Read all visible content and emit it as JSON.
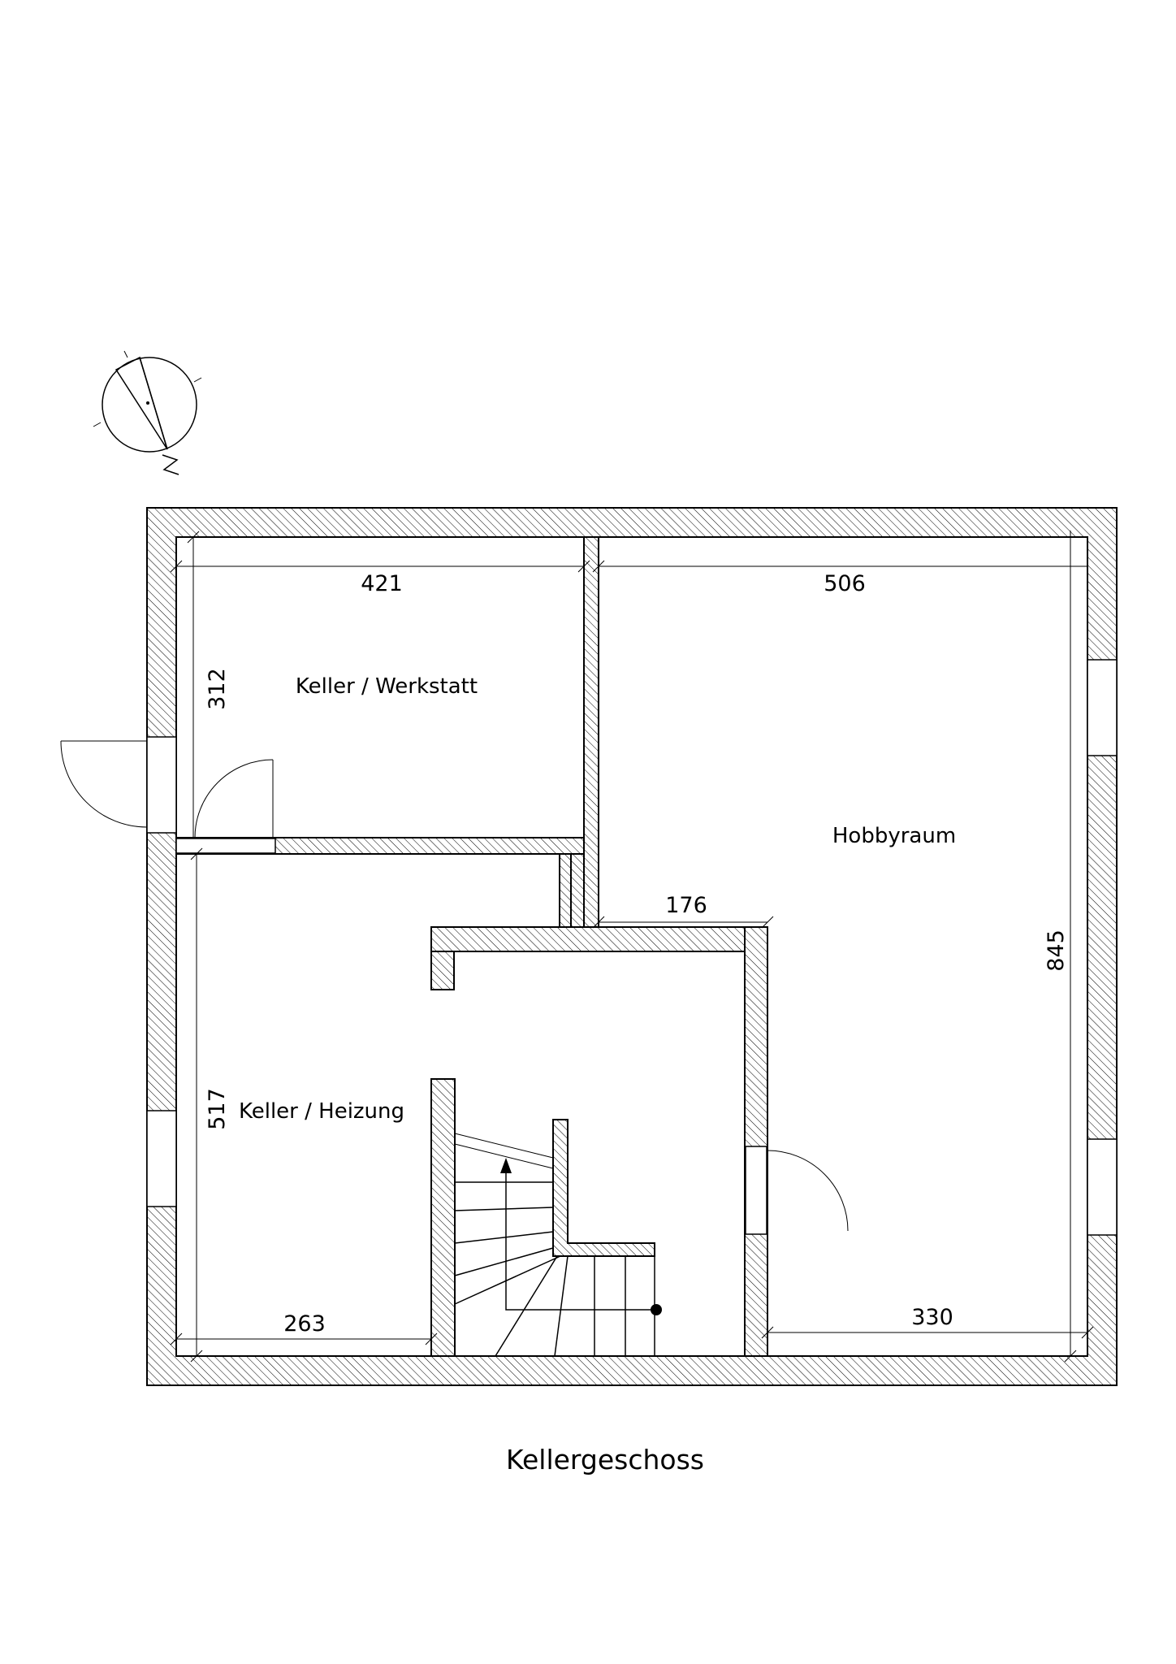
{
  "title": "Kellergeschoss",
  "rooms": {
    "werkstatt": "Keller / Werkstatt",
    "heizung": "Keller / Heizung",
    "hobbyraum": "Hobbyraum"
  },
  "dimensions": {
    "werkstatt_width": "421",
    "werkstatt_height": "312",
    "hobby_width": "506",
    "hobby_height": "845",
    "corridor_width": "176",
    "heizung_height": "517",
    "heizung_width": "263",
    "hobby_bottom_width": "330"
  },
  "compass": {
    "label": "N",
    "icon": "north-arrow-icon"
  },
  "colors": {
    "line": "#000000",
    "background": "#ffffff"
  }
}
